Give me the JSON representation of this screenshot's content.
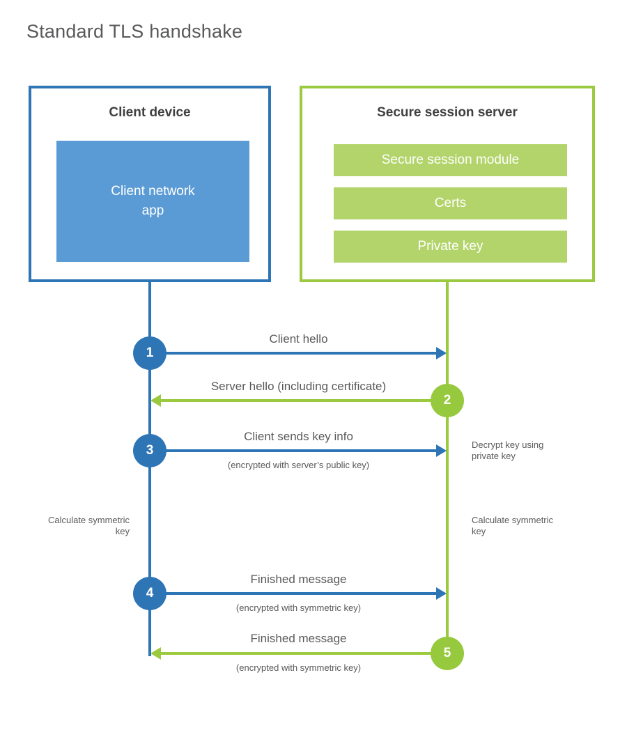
{
  "title": "Standard TLS handshake",
  "colors": {
    "client_accent": "#2e75b6",
    "client_fill": "#5b9bd5",
    "server_accent": "#9bca3f",
    "server_fill": "#b2d46a",
    "text_gray": "#595959"
  },
  "client": {
    "title": "Client device",
    "app_line1": "Client network",
    "app_line2": "app"
  },
  "server": {
    "title": "Secure session server",
    "modules": [
      "Secure session module",
      "Certs",
      "Private key"
    ]
  },
  "messages": [
    {
      "num": "1",
      "from": "client",
      "direction": "right",
      "label": "Client hello",
      "sub": ""
    },
    {
      "num": "2",
      "from": "server",
      "direction": "left",
      "label": "Server hello (including certificate)",
      "sub": ""
    },
    {
      "num": "3",
      "from": "client",
      "direction": "right",
      "label": "Client sends key info",
      "sub": "(encrypted with server’s public key)"
    },
    {
      "num": "4",
      "from": "client",
      "direction": "right",
      "label": "Finished message",
      "sub": "(encrypted with symmetric key)"
    },
    {
      "num": "5",
      "from": "server",
      "direction": "left",
      "label": "Finished message",
      "sub": "(encrypted with symmetric key)"
    }
  ],
  "notes": {
    "decrypt": "Decrypt key using private key",
    "calc_left": "Calculate symmetric key",
    "calc_right": "Calculate symmetric key"
  }
}
